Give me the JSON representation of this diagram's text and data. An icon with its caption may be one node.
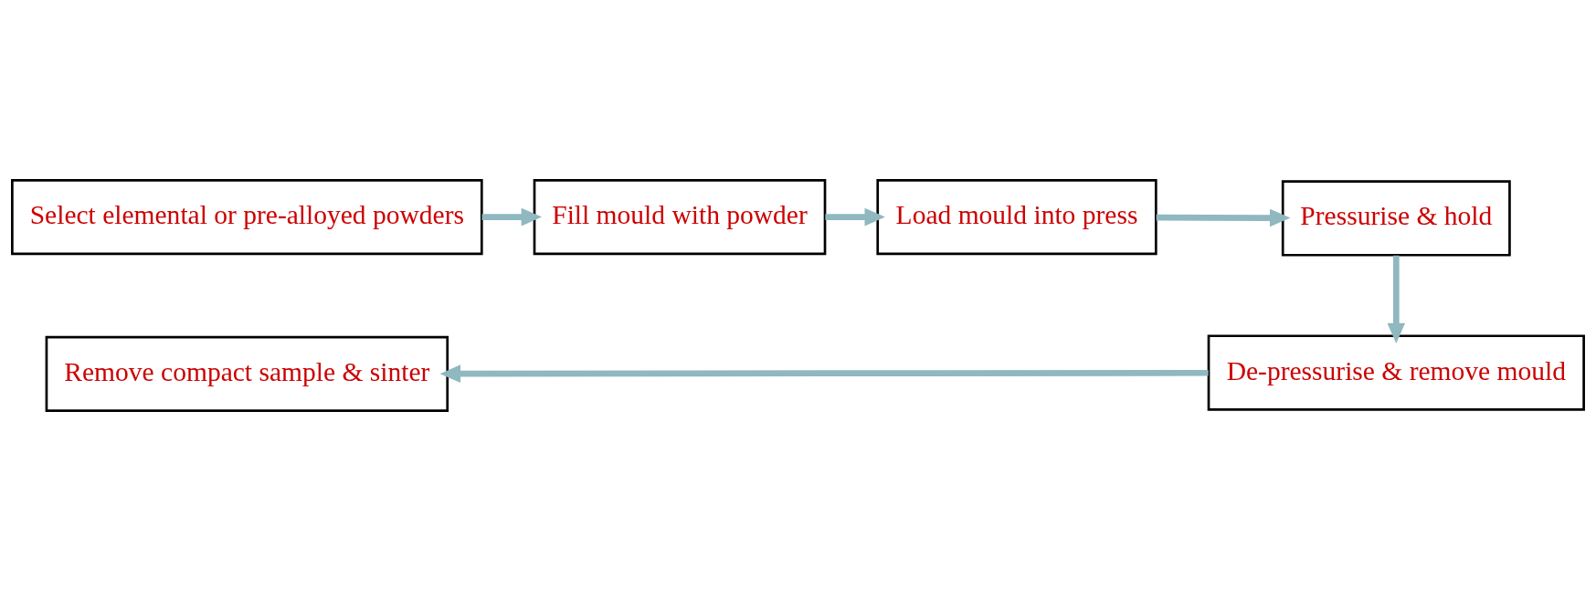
{
  "diagram": {
    "nodes": [
      {
        "text": [
          "Select elemental or pre-alloyed powders"
        ]
      },
      {
        "text": [
          "Fill mould with powder"
        ]
      },
      {
        "text": [
          "Load mould into press"
        ]
      },
      {
        "text": [
          "Pressurise & hold"
        ]
      },
      {
        "text": [
          "De-pressurise & remove mould"
        ]
      },
      {
        "text": [
          "Remove compact sample & sinter"
        ]
      }
    ],
    "edges": [
      {
        "from": 0,
        "to": 1,
        "arrow": "to"
      },
      {
        "from": 1,
        "to": 2,
        "arrow": "to"
      },
      {
        "from": 2,
        "to": 3,
        "arrow": "to"
      },
      {
        "from": 3,
        "to": 4,
        "arrow": "to"
      },
      {
        "from": 4,
        "to": 5,
        "arrow": "to"
      }
    ]
  }
}
